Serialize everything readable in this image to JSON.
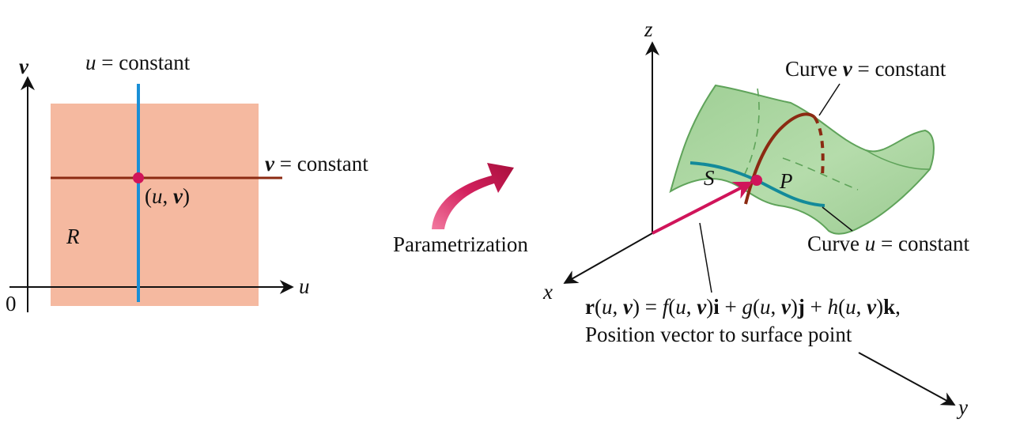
{
  "left_panel": {
    "axis_v_label": "v",
    "axis_u_label": "u",
    "origin_label": "0",
    "region_label": "R",
    "u_constant_label": {
      "var": "u",
      "rest": " = constant"
    },
    "v_constant_label": {
      "var": "v",
      "rest": " = constant"
    },
    "point_label": {
      "open": "(",
      "u": "u",
      "comma": ", ",
      "v": "v",
      "close": ")"
    }
  },
  "arrow_caption": "Parametrization",
  "right_panel": {
    "axis_x_label": "x",
    "axis_y_label": "y",
    "axis_z_label": "z",
    "surface_label": "S",
    "point_label": "P",
    "curve_v_label": {
      "prefix": "Curve ",
      "var": "v",
      "rest": " = constant"
    },
    "curve_u_label": {
      "prefix": "Curve ",
      "var": "u",
      "rest": " = constant"
    },
    "equation": {
      "r": "r",
      "args1": "(",
      "u1": "u",
      "c1": ", ",
      "v1": "v",
      "eq": ") = ",
      "f": "f",
      "p2": "(",
      "u2": "u",
      "c2": ", ",
      "v2": "v",
      "close2": ")",
      "i": "i",
      "plus1": " + ",
      "g": "g",
      "p3": "(",
      "u3": "u",
      "c3": ", ",
      "v3": "v",
      "close3": ")",
      "j": "j",
      "plus2": " + ",
      "h": "h",
      "p4": "(",
      "u4": "u",
      "c4": ", ",
      "v4": "v",
      "close4": ")",
      "k": "k",
      "end": ","
    },
    "equation_caption": "Position vector to surface point"
  },
  "colors": {
    "region_fill": "#f5b9a0",
    "u_curve": "#1a8fd6",
    "v_curve": "#8b2a12",
    "point": "#d0145a",
    "surface_fill": "#a9d4a0",
    "surface_stroke": "#5fa35a",
    "surface_u_curve": "#138a9a",
    "position_vector": "#d0145a",
    "transform_arrow": "#c2154f"
  }
}
